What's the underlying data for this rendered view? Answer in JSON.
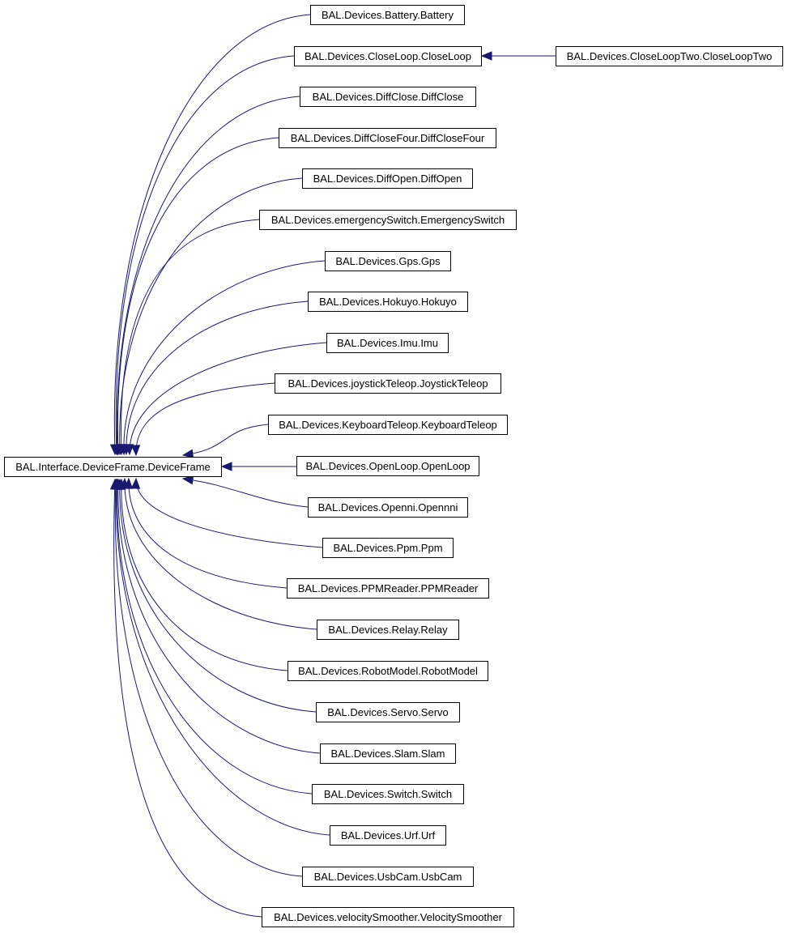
{
  "diagram": {
    "type": "inheritance-graph",
    "base": {
      "id": "base",
      "label": "BAL.Interface.DeviceFrame.DeviceFrame"
    },
    "children": [
      {
        "id": "battery",
        "label": "BAL.Devices.Battery.Battery"
      },
      {
        "id": "closeloop",
        "label": "BAL.Devices.CloseLoop.CloseLoop"
      },
      {
        "id": "diffclose",
        "label": "BAL.Devices.DiffClose.DiffClose"
      },
      {
        "id": "diffclosefour",
        "label": "BAL.Devices.DiffCloseFour.DiffCloseFour"
      },
      {
        "id": "diffopen",
        "label": "BAL.Devices.DiffOpen.DiffOpen"
      },
      {
        "id": "emergencyswitch",
        "label": "BAL.Devices.emergencySwitch.EmergencySwitch"
      },
      {
        "id": "gps",
        "label": "BAL.Devices.Gps.Gps"
      },
      {
        "id": "hokuyo",
        "label": "BAL.Devices.Hokuyo.Hokuyo"
      },
      {
        "id": "imu",
        "label": "BAL.Devices.Imu.Imu"
      },
      {
        "id": "joysticktele",
        "label": "BAL.Devices.joystickTeleop.JoystickTeleop"
      },
      {
        "id": "keyboardtele",
        "label": "BAL.Devices.KeyboardTeleop.KeyboardTeleop"
      },
      {
        "id": "openloop",
        "label": "BAL.Devices.OpenLoop.OpenLoop"
      },
      {
        "id": "openni",
        "label": "BAL.Devices.Openni.Opennni"
      },
      {
        "id": "ppm",
        "label": "BAL.Devices.Ppm.Ppm"
      },
      {
        "id": "ppmreader",
        "label": "BAL.Devices.PPMReader.PPMReader"
      },
      {
        "id": "relay",
        "label": "BAL.Devices.Relay.Relay"
      },
      {
        "id": "robotmodel",
        "label": "BAL.Devices.RobotModel.RobotModel"
      },
      {
        "id": "servo",
        "label": "BAL.Devices.Servo.Servo"
      },
      {
        "id": "slam",
        "label": "BAL.Devices.Slam.Slam"
      },
      {
        "id": "switch",
        "label": "BAL.Devices.Switch.Switch"
      },
      {
        "id": "urf",
        "label": "BAL.Devices.Urf.Urf"
      },
      {
        "id": "usbcam",
        "label": "BAL.Devices.UsbCam.UsbCam"
      },
      {
        "id": "velocitysmoother",
        "label": "BAL.Devices.velocitySmoother.VelocitySmoother"
      }
    ],
    "grandchildren": [
      {
        "id": "closelooptwo",
        "label": "BAL.Devices.CloseLoopTwo.CloseLoopTwo",
        "parent": "closeloop"
      }
    ],
    "edge_color": "#191970"
  }
}
